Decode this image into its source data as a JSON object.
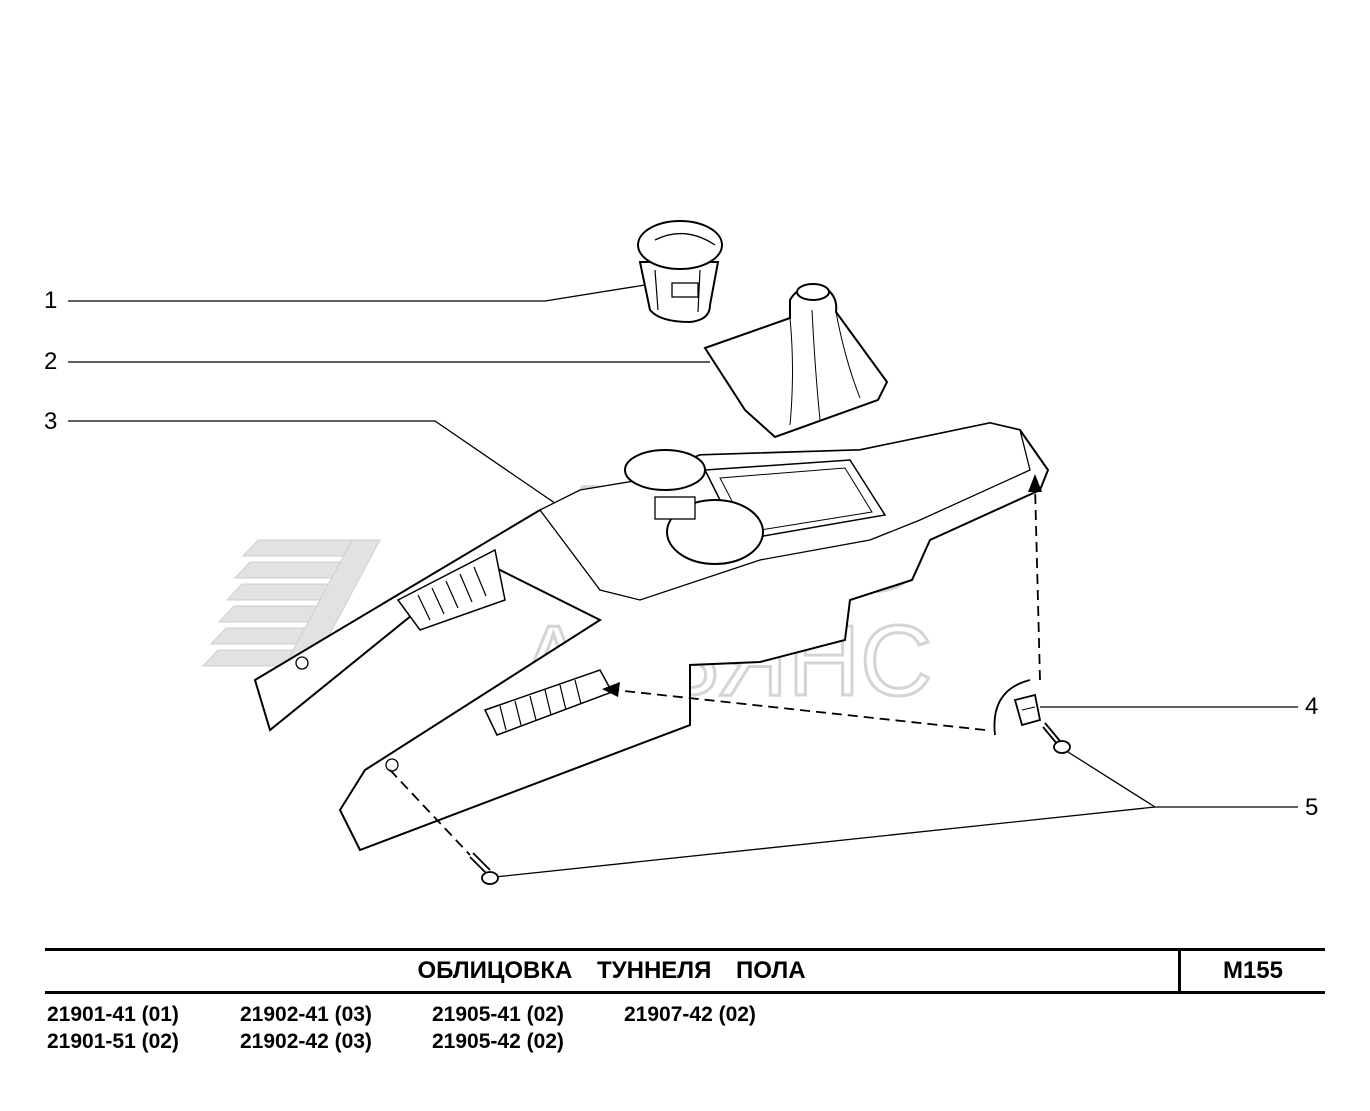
{
  "callouts": [
    {
      "label": "1"
    },
    {
      "label": "2"
    },
    {
      "label": "3"
    },
    {
      "label": "4"
    },
    {
      "label": "5"
    }
  ],
  "watermark": {
    "line1": "АВТО",
    "line2": "АЛЬЯНС"
  },
  "title_block": {
    "title": "ОБЛИЦОВКА ТУННЕЛЯ ПОЛА",
    "code": "М155"
  },
  "models": [
    [
      "21901-41 (01)",
      "21901-51 (02)"
    ],
    [
      "21902-41 (03)",
      "21902-42 (03)"
    ],
    [
      "21905-41 (02)",
      "21905-42 (02)"
    ],
    [
      "21907-42 (02)"
    ]
  ],
  "colors": {
    "line": "#000000",
    "watermark": "#dedede",
    "background": "#ffffff"
  }
}
